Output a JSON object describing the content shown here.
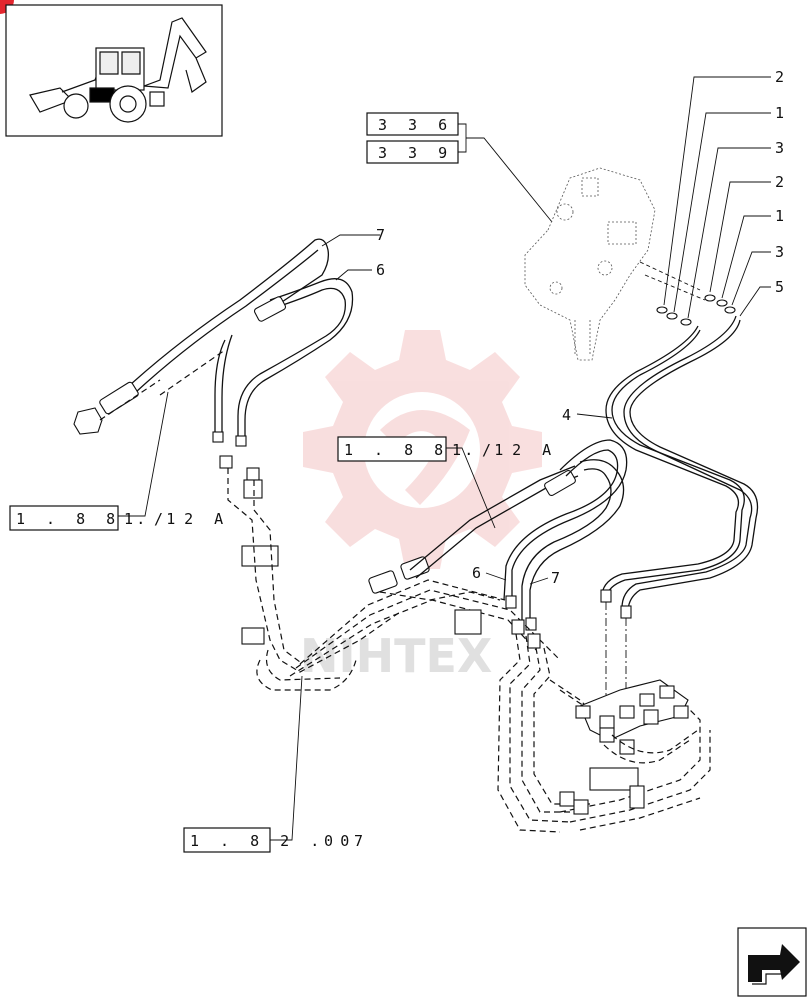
{
  "watermark": "NIHTEX",
  "references": {
    "ref_336": "3 3 6",
    "ref_339": "3 3 9",
    "ref_188_a": "1 . 8 8 . 1",
    "ref_188_a_suffix": "1 /  2 A",
    "ref_188_b": "1 . 8 8 . 1",
    "ref_188_b_suffix": "1 /  2 A",
    "ref_182": "1 . 8 2 . 0",
    "ref_182_suffix": "0 7"
  },
  "callouts": {
    "c_top_2": "2",
    "c_top_1": "1",
    "c_top_3": "3",
    "c_mid_2": "2",
    "c_mid_1": "1",
    "c_mid_3": "3",
    "c_5": "5",
    "c_4": "4",
    "c_left_7": "7",
    "c_left_6": "6",
    "c_center_6": "6",
    "c_center_7": "7"
  },
  "icons": {
    "thumbnail": "backhoe-loader-icon",
    "nav": "next-page-arrow-icon",
    "corner": "red-corner-marker-icon"
  },
  "colors": {
    "watermark": "#f2b9b9",
    "ink": "#111111",
    "corner_marker": "#e3262e"
  }
}
